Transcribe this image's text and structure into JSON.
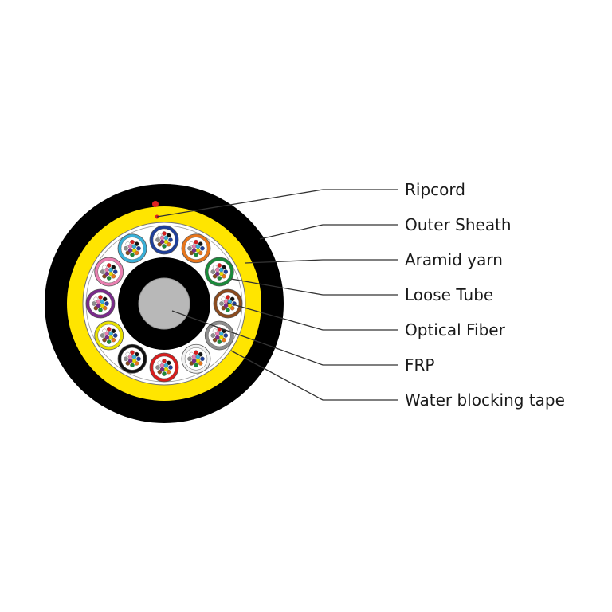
{
  "diagram": {
    "labels": [
      {
        "key": "ripcord",
        "text": "Ripcord"
      },
      {
        "key": "outer_sheath",
        "text": "Outer Sheath"
      },
      {
        "key": "aramid_yarn",
        "text": "Aramid yarn"
      },
      {
        "key": "loose_tube",
        "text": "Loose Tube"
      },
      {
        "key": "optical_fiber",
        "text": "Optical Fiber"
      },
      {
        "key": "frp",
        "text": "FRP"
      },
      {
        "key": "water_blocking_tape",
        "text": "Water blocking tape"
      }
    ],
    "colors": {
      "outer_sheath": "#000000",
      "aramid_yarn": "#ffe500",
      "ripcord": "#e02020",
      "tape_ring": "#ffffff",
      "frp": "#b8b8b8",
      "inner_jacket": "#000000"
    },
    "loose_tube_colors": [
      "#1f3f9a",
      "#e8761b",
      "#1a8a3a",
      "#8a4a1e",
      "#8e8e8e",
      "#f2f2f2",
      "#d81e1e",
      "#111111",
      "#e8e000",
      "#7a2a8a",
      "#e97fb0",
      "#39b0d8"
    ],
    "fiber_colors": [
      "#1f3f9a",
      "#e8761b",
      "#1a8a3a",
      "#8a4a1e",
      "#8e8e8e",
      "#ffffff",
      "#d81e1e",
      "#111111",
      "#e8e000",
      "#7a2a8a",
      "#e97fb0",
      "#39b0d8"
    ]
  }
}
